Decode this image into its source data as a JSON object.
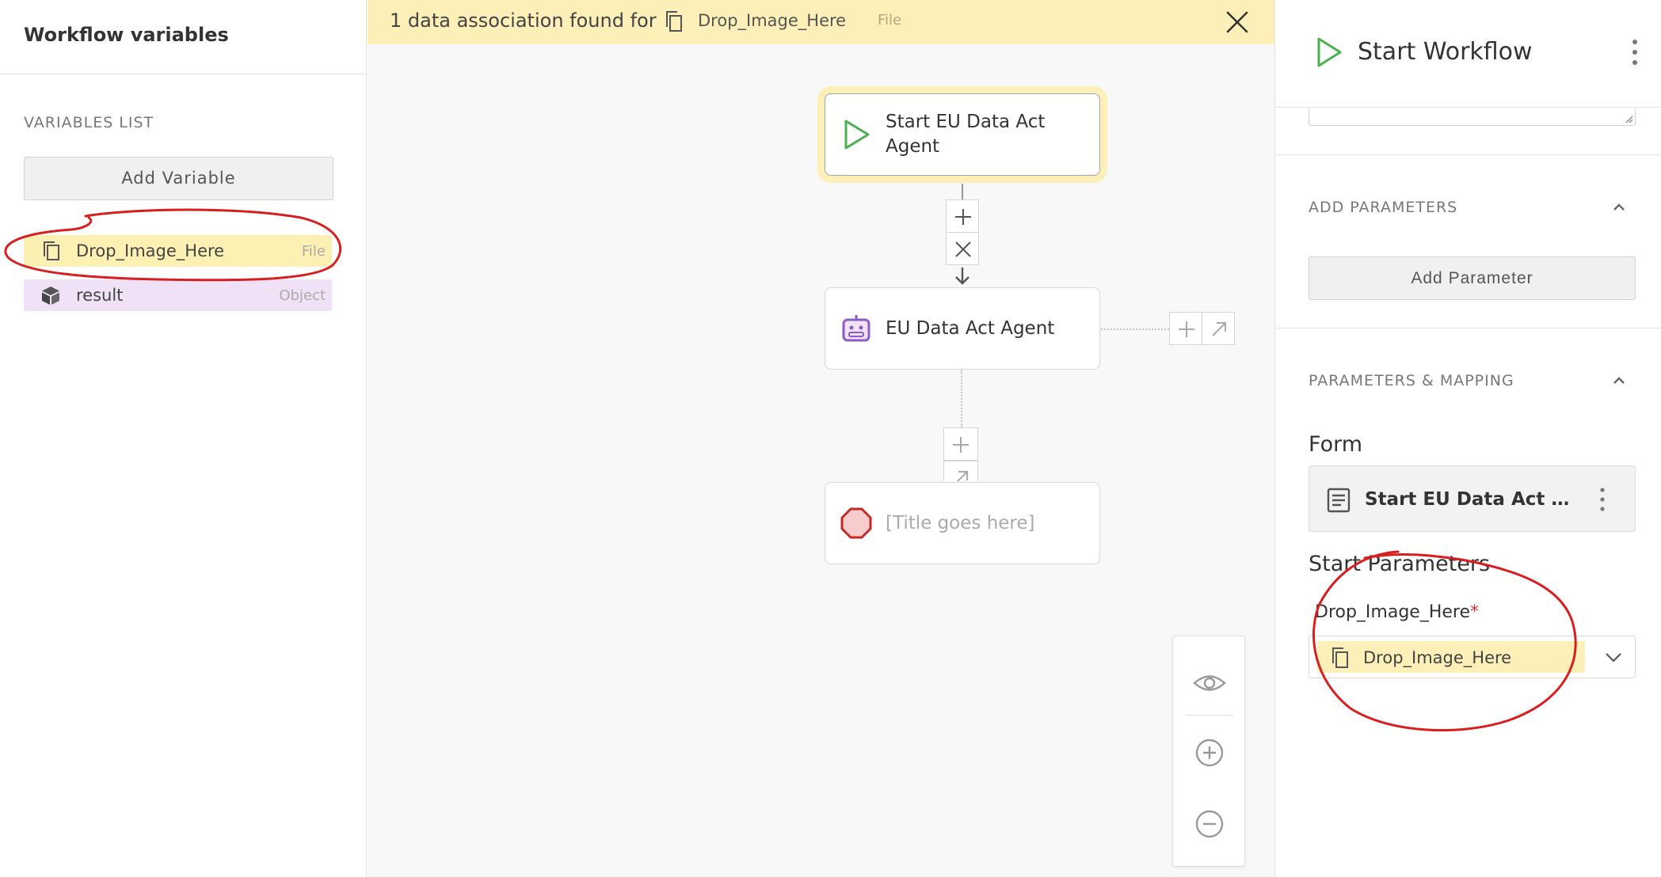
{
  "left_panel": {
    "title": "Workflow variables",
    "section_label": "VARIABLES LIST",
    "add_button": "Add Variable",
    "variables": [
      {
        "name": "Drop_Image_Here",
        "type": "File",
        "icon": "file-copy-icon",
        "color": "#fdf0b3"
      },
      {
        "name": "result",
        "type": "Object",
        "icon": "cube-icon",
        "color": "#f1e1f7"
      }
    ]
  },
  "banner": {
    "message": "1 data association found for",
    "variable_name": "Drop_Image_Here",
    "variable_type": "File",
    "icon": "file-copy-icon",
    "close_icon": "close-icon",
    "color": "#fcefb7"
  },
  "canvas": {
    "nodes": [
      {
        "label": "Start EU Data Act Agent",
        "icon": "play-icon",
        "state": "selected"
      },
      {
        "label": "EU Data Act Agent",
        "icon": "robot-icon"
      },
      {
        "label": "[Title goes here]",
        "icon": "stop-icon"
      }
    ],
    "zoom_controls": [
      "eye-icon",
      "zoom-in-icon",
      "zoom-out-icon"
    ]
  },
  "right_panel": {
    "title": "Start Workflow",
    "sections": {
      "add_parameters": "ADD PARAMETERS",
      "parameters_mapping": "PARAMETERS & MAPPING"
    },
    "add_parameter_button": "Add Parameter",
    "form_label": "Form",
    "form_name": "Start EU Data Act A...",
    "start_parameters_label": "Start Parameters",
    "parameter_name": "Drop_Image_Here",
    "required_marker": "*",
    "selected_value": "Drop_Image_Here"
  },
  "colors": {
    "highlight_yellow": "#fcefb7",
    "object_purple": "#f1e1f7",
    "start_green": "#4caf50",
    "stop_red": "#c62828",
    "annotation_red": "#d81e1e"
  }
}
